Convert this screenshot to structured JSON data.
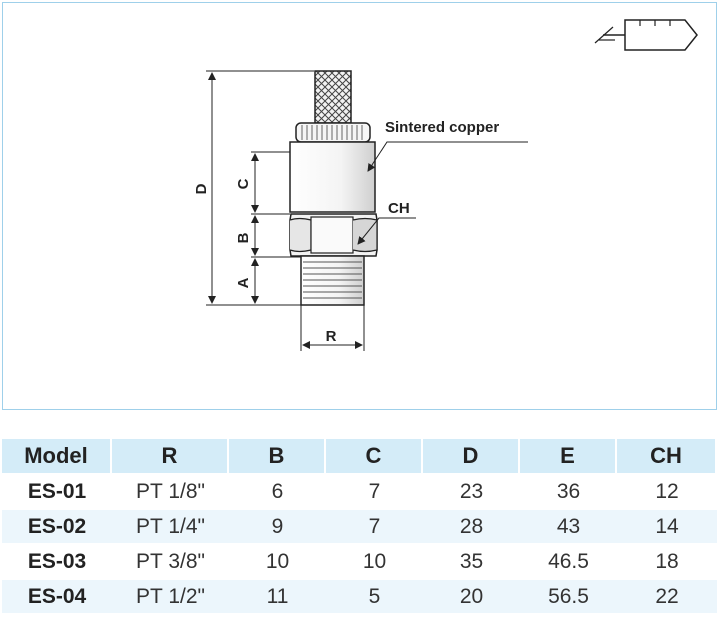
{
  "drawing": {
    "labels": {
      "D": "D",
      "C": "C",
      "B": "B",
      "A": "A",
      "R": "R",
      "sintered": "Sintered copper",
      "CH": "CH"
    },
    "symbol_icon": "silencer-symbol-icon",
    "colors": {
      "border": "#9fd0ea",
      "line": "#222222"
    }
  },
  "table": {
    "headers": [
      "Model",
      "R",
      "B",
      "C",
      "D",
      "E",
      "CH"
    ],
    "rows": [
      [
        "ES-01",
        "PT 1/8\"",
        "6",
        "7",
        "23",
        "36",
        "12"
      ],
      [
        "ES-02",
        "PT 1/4\"",
        "9",
        "7",
        "28",
        "43",
        "14"
      ],
      [
        "ES-03",
        "PT 3/8\"",
        "10",
        "10",
        "35",
        "46.5",
        "18"
      ],
      [
        "ES-04",
        "PT 1/2\"",
        "11",
        "5",
        "20",
        "56.5",
        "22"
      ]
    ],
    "colors": {
      "header_bg": "#d4ecf8",
      "alt_row_bg": "#ecf6fc"
    }
  }
}
